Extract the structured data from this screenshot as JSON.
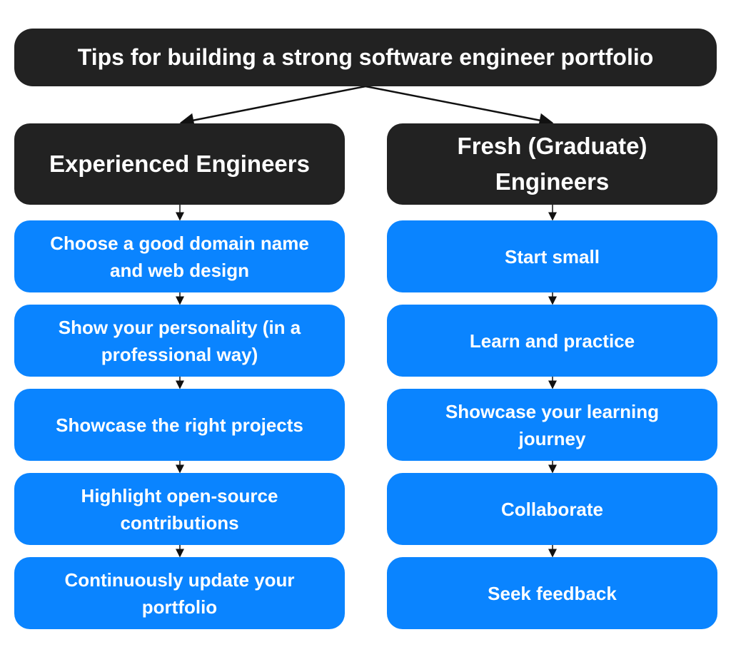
{
  "title": "Tips for building a strong software engineer portfolio",
  "columns": [
    {
      "heading": "Experienced Engineers",
      "items": [
        "Choose a good domain name and web design",
        "Show your personality (in a professional way)",
        "Showcase the right projects",
        "Highlight open-source contributions",
        "Continuously update your portfolio"
      ]
    },
    {
      "heading": "Fresh (Graduate) Engineers",
      "items": [
        "Start small",
        "Learn and practice",
        "Showcase your learning journey",
        "Collaborate",
        "Seek feedback"
      ]
    }
  ],
  "colors": {
    "dark": "#222222",
    "blue": "#0a84ff"
  }
}
